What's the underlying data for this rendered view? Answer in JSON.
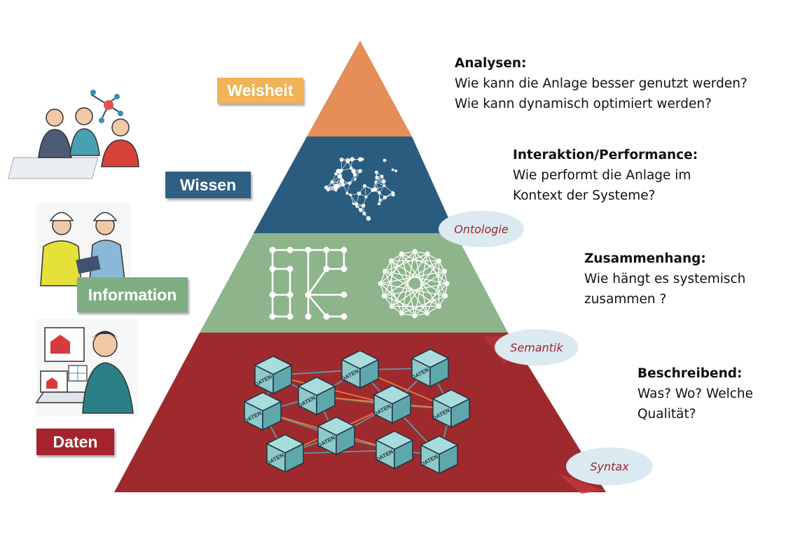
{
  "levels": [
    {
      "label": "Weisheit",
      "color": "#f0b357"
    },
    {
      "label": "Wissen",
      "color": "#2f5f83"
    },
    {
      "label": "Information",
      "color": "#7fae84"
    },
    {
      "label": "Daten",
      "color": "#a6232d"
    }
  ],
  "pyramid_colors": {
    "top": "#e58e58",
    "upper": "#2a5c7f",
    "middle": "#8db48a",
    "base": "#9e2a2e"
  },
  "descriptions": [
    {
      "heading": "Analysen:",
      "lines": [
        "Wie kann die Anlage besser genutzt werden?",
        "Wie kann dynamisch optimiert werden?"
      ]
    },
    {
      "heading": "Interaktion/Performance:",
      "lines": [
        "Wie performt die Anlage im",
        "Kontext der Systeme?"
      ]
    },
    {
      "heading": "Zusammenhang:",
      "lines": [
        "Wie hängt es systemisch",
        "zusammen ?"
      ]
    },
    {
      "heading": "Beschreibend:",
      "lines": [
        "Was? Wo? Welche",
        "Qualität?"
      ]
    }
  ],
  "layers": [
    "Ontologie",
    "Semantik",
    "Syntax"
  ],
  "cube_label": "DATEN"
}
